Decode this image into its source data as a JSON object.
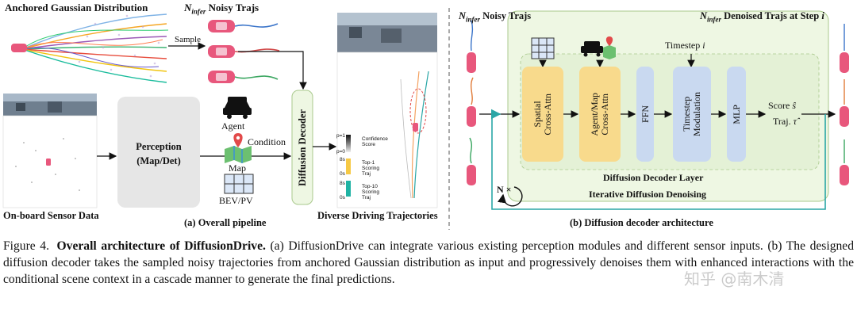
{
  "left_panel": {
    "anchored_title": "Anchored Gaussian Distribution",
    "noisy_trajs_sub": "infer",
    "noisy_trajs_label": "Noisy Trajs",
    "sample_label": "Sample",
    "sensor_label": "On-board Sensor Data",
    "perception_line1": "Perception",
    "perception_line2": "(Map/Det)",
    "agent_label": "Agent",
    "condition_label": "Condition",
    "map_label": "Map",
    "bevpv_label": "BEV/PV",
    "diffusion_decoder": "Diffusion Decoder",
    "caption_a": "(a) Overall pipeline",
    "diverse_label": "Diverse Driving Trajectories",
    "legend_conf": "Confidence Score",
    "legend_top1": "Top-1 Scoring Traj",
    "legend_top10": "Top-10 Scoring Traj",
    "axis_p1": "p=1",
    "axis_p0": "p=0",
    "axis_8s": "8s",
    "axis_0s": "0s"
  },
  "right_panel": {
    "noisy_trajs_sub": "infer",
    "noisy_trajs_label": "Noisy Trajs",
    "denoised_label": "Denoised Trajs at Step",
    "step_var": "i",
    "timestep_label": "Timestep",
    "timestep_var": "i",
    "block_spatial": "Spatial\nCross-Attn",
    "block_agent": "Agent/Map\nCross-Attn",
    "block_ffn": "FFN",
    "block_timestep": "Timestep\nModulation",
    "block_mlp": "MLP",
    "score_label": "Score",
    "score_var": "ŝ",
    "traj_label": "Traj.",
    "traj_var": "τ̂",
    "decoder_layer": "Diffusion Decoder Layer",
    "iterative": "Iterative Diffusion Denoising",
    "loop_label": "N ×",
    "caption_b": "(b) Diffusion decoder architecture"
  },
  "caption": {
    "fig_num": "Figure 4.",
    "fig_title": "Overall architecture of DiffusionDrive.",
    "text": "(a) DiffusionDrive can integrate various existing perception modules and different sensor inputs.  (b) The designed diffusion decoder takes the sampled noisy trajectories from anchored Gaussian distribution as input and progressively denoises them with enhanced interactions with the conditional scene context in a cascade manner to generate the final predictions."
  },
  "watermark": "知乎 @南木清",
  "colors": {
    "decoder_bg": "#eef7e3",
    "decoder_border": "#a9c98c",
    "orange_block": "#f8da8c",
    "blue_block": "#c9d9f0",
    "perception_block": "#e6e6e6",
    "loop_arrow": "#2aa6a6",
    "car_red": "#e8577c"
  }
}
